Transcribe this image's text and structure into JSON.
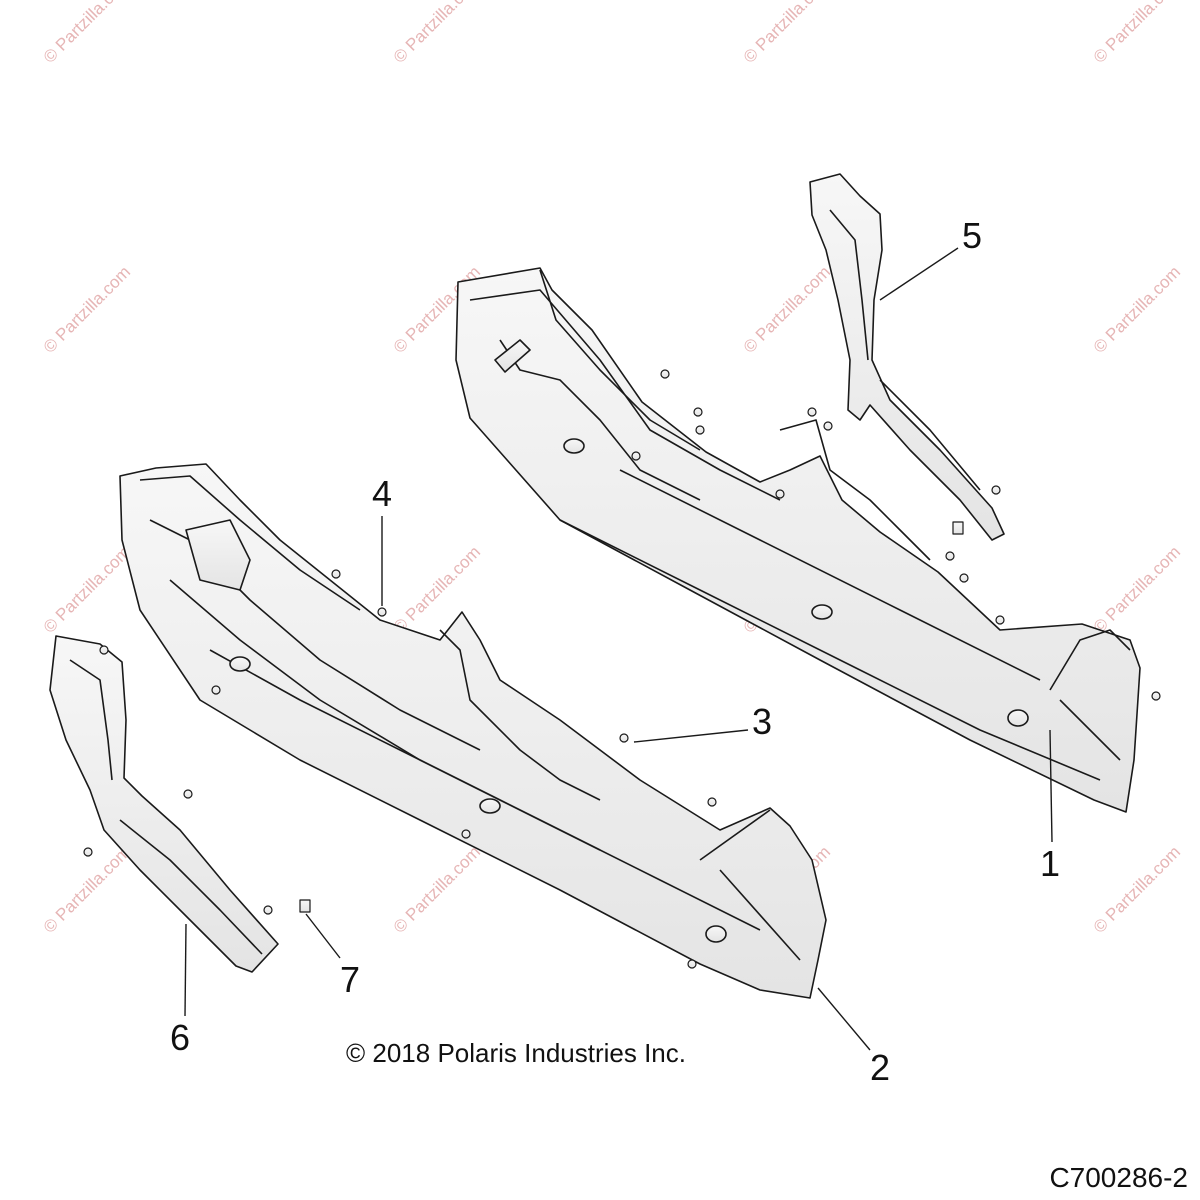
{
  "watermark": "© Partzilla.com",
  "callouts": [
    "1",
    "2",
    "3",
    "4",
    "5",
    "6",
    "7"
  ],
  "copyright": "© 2018 Polaris Industries Inc.",
  "figure_id": "C700286-2",
  "colors": {
    "part_fill": "#f2f2f2",
    "line": "#1a1a1a",
    "watermark": "#e2a9a9"
  }
}
